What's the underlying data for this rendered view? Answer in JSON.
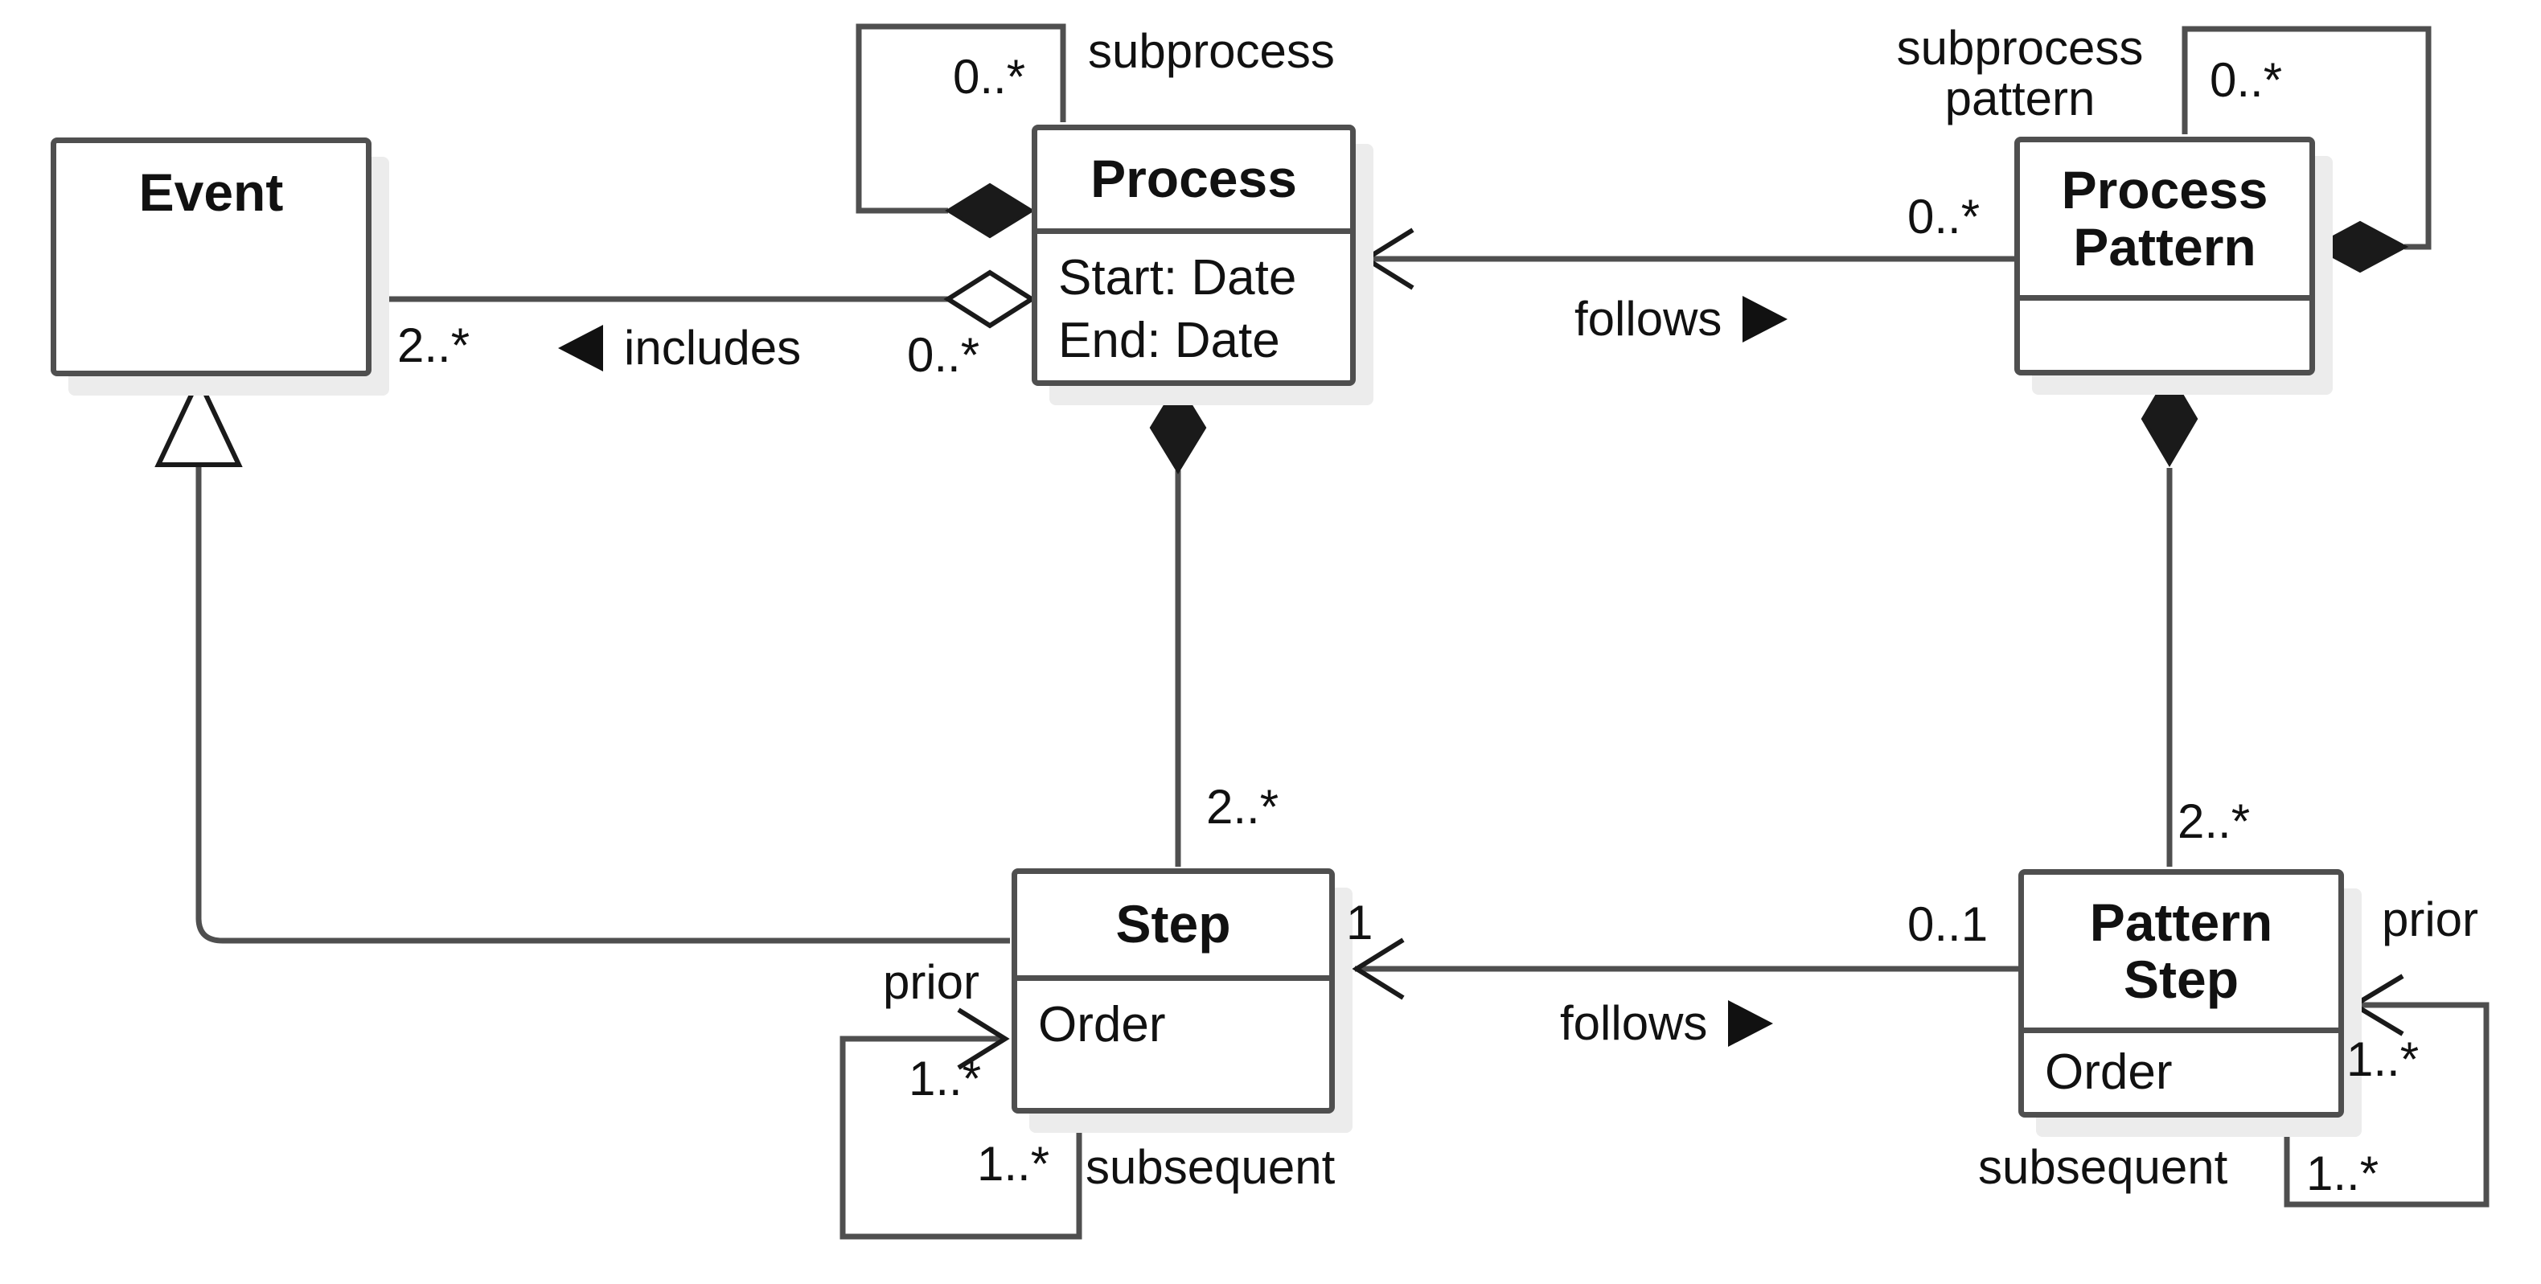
{
  "colors": {
    "background": "#ffffff",
    "line": "#4f4f4f",
    "text": "#111111",
    "shadow": "#ececec",
    "shape_fill": "#ffffff",
    "solid_marker": "#111111"
  },
  "classes": {
    "event": {
      "name": "Event"
    },
    "process": {
      "name": "Process",
      "attributes": [
        "Start: Date",
        "End: Date"
      ]
    },
    "process_pattern": {
      "name": "Process Pattern"
    },
    "step": {
      "name": "Step",
      "attributes": [
        "Order"
      ]
    },
    "pattern_step": {
      "name": "Pattern Step",
      "attributes": [
        "Order"
      ]
    }
  },
  "relationships": {
    "event_process_includes": {
      "name": "includes",
      "reading_direction": "left",
      "event_end": "2..*",
      "process_end": "0..*",
      "process_end_marker": "hollow-diamond"
    },
    "process_subprocess": {
      "role": "subprocess",
      "multiplicity": "0..*",
      "marker": "filled-diamond"
    },
    "process_pattern_subprocess": {
      "role": "subprocess pattern",
      "multiplicity": "0..*",
      "marker": "filled-diamond"
    },
    "pattern_follows_process": {
      "name": "follows",
      "reading_direction": "right",
      "process_pattern_end": "0..*",
      "process_end_marker": "open-arrow"
    },
    "process_step": {
      "step_end": "2..*",
      "process_end_marker": "filled-diamond"
    },
    "process_pattern_pattern_step": {
      "pattern_step_end": "2..*",
      "process_pattern_end_marker": "filled-diamond"
    },
    "pattern_step_follows_step": {
      "name": "follows",
      "reading_direction": "right",
      "step_end": "1",
      "pattern_step_end": "0..1",
      "step_end_marker": "open-arrow"
    },
    "step_self": {
      "prior_role": "prior",
      "prior_end": "1..*",
      "subsequent_role": "subsequent",
      "subsequent_end": "1..*"
    },
    "pattern_step_self": {
      "prior_role": "prior",
      "prior_end": "1..*",
      "subsequent_role": "subsequent",
      "subsequent_end": "1..*"
    },
    "step_event_generalization": {
      "marker": "hollow-triangle"
    }
  }
}
